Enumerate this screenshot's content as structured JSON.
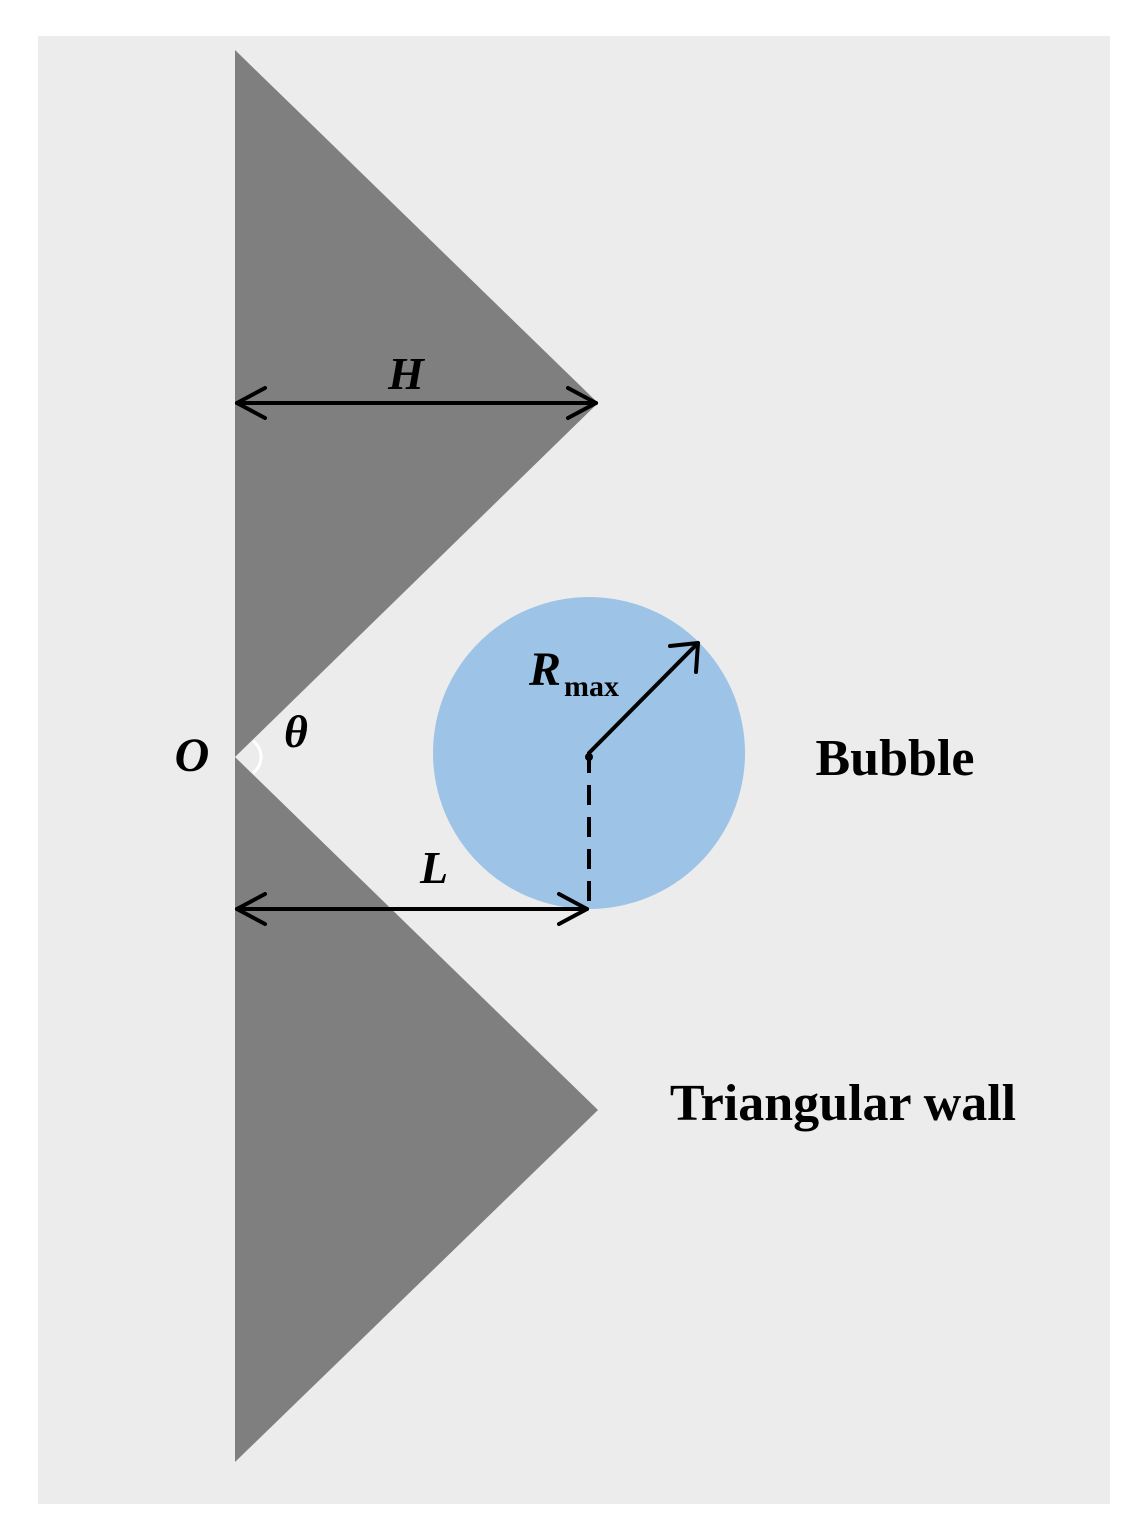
{
  "diagram": {
    "labels": {
      "width_symbol": "H",
      "distance_symbol": "L",
      "angle_symbol": "θ",
      "origin_symbol": "O",
      "radius_symbol": "R",
      "radius_subscript": "max",
      "bubble_label": "Bubble",
      "wall_label": "Triangular wall"
    },
    "colors": {
      "panel_background": "#ececec",
      "wall_fill": "#7f7f7f",
      "bubble_fill": "#9dc3e6",
      "line_color": "#000000"
    }
  }
}
